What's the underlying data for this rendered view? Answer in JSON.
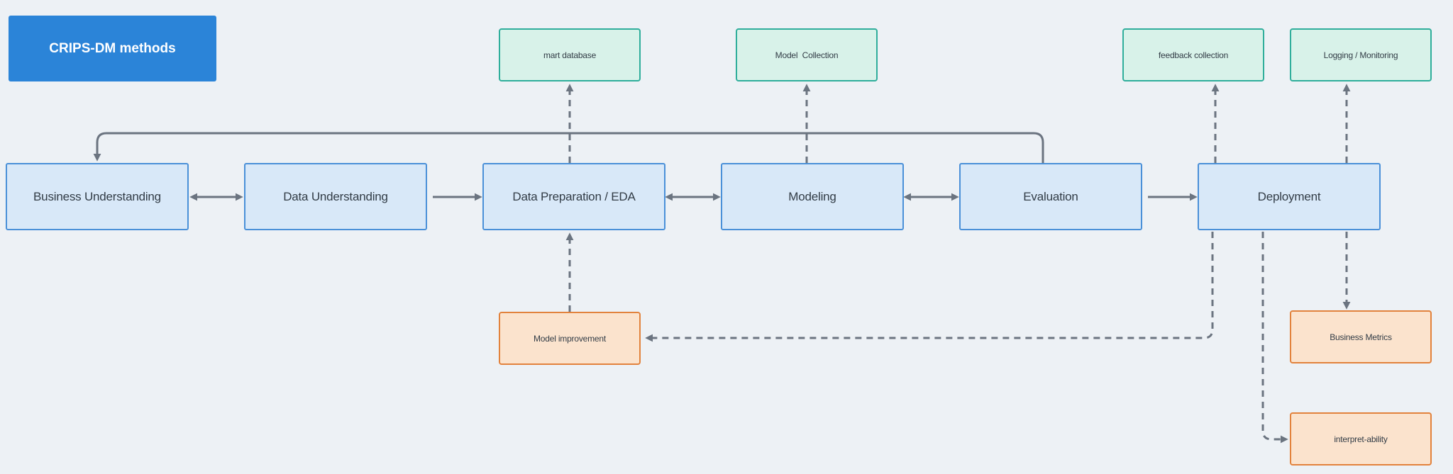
{
  "title": {
    "label": "CRIPS-DM methods"
  },
  "main_flow": [
    {
      "label": "Business Understanding"
    },
    {
      "label": "Data Understanding"
    },
    {
      "label": "Data Preparation / EDA"
    },
    {
      "label": "Modeling"
    },
    {
      "label": "Evaluation"
    },
    {
      "label": "Deployment"
    }
  ],
  "artifact_nodes": [
    {
      "label": "mart database"
    },
    {
      "label": "Model  Collection"
    },
    {
      "label": "feedback collection"
    },
    {
      "label": "Logging / Monitoring"
    }
  ],
  "feedback_nodes": [
    {
      "label": "Model improvement"
    },
    {
      "label": "Business Metrics"
    },
    {
      "label": "interpret-ability"
    }
  ],
  "colors": {
    "canvas-bg": "#edf1f5",
    "accent-blue": "#2b84d8",
    "node-blue-fill": "#d8e8f8",
    "node-blue-border": "#4a90d8",
    "node-green-fill": "#d8f2e9",
    "node-green-border": "#2fae9b",
    "node-orange-fill": "#fbe3cd",
    "node-orange-border": "#e2823c",
    "connector-gray": "#6b7480",
    "text-dark": "#323c46",
    "text-light": "#ffffff"
  }
}
